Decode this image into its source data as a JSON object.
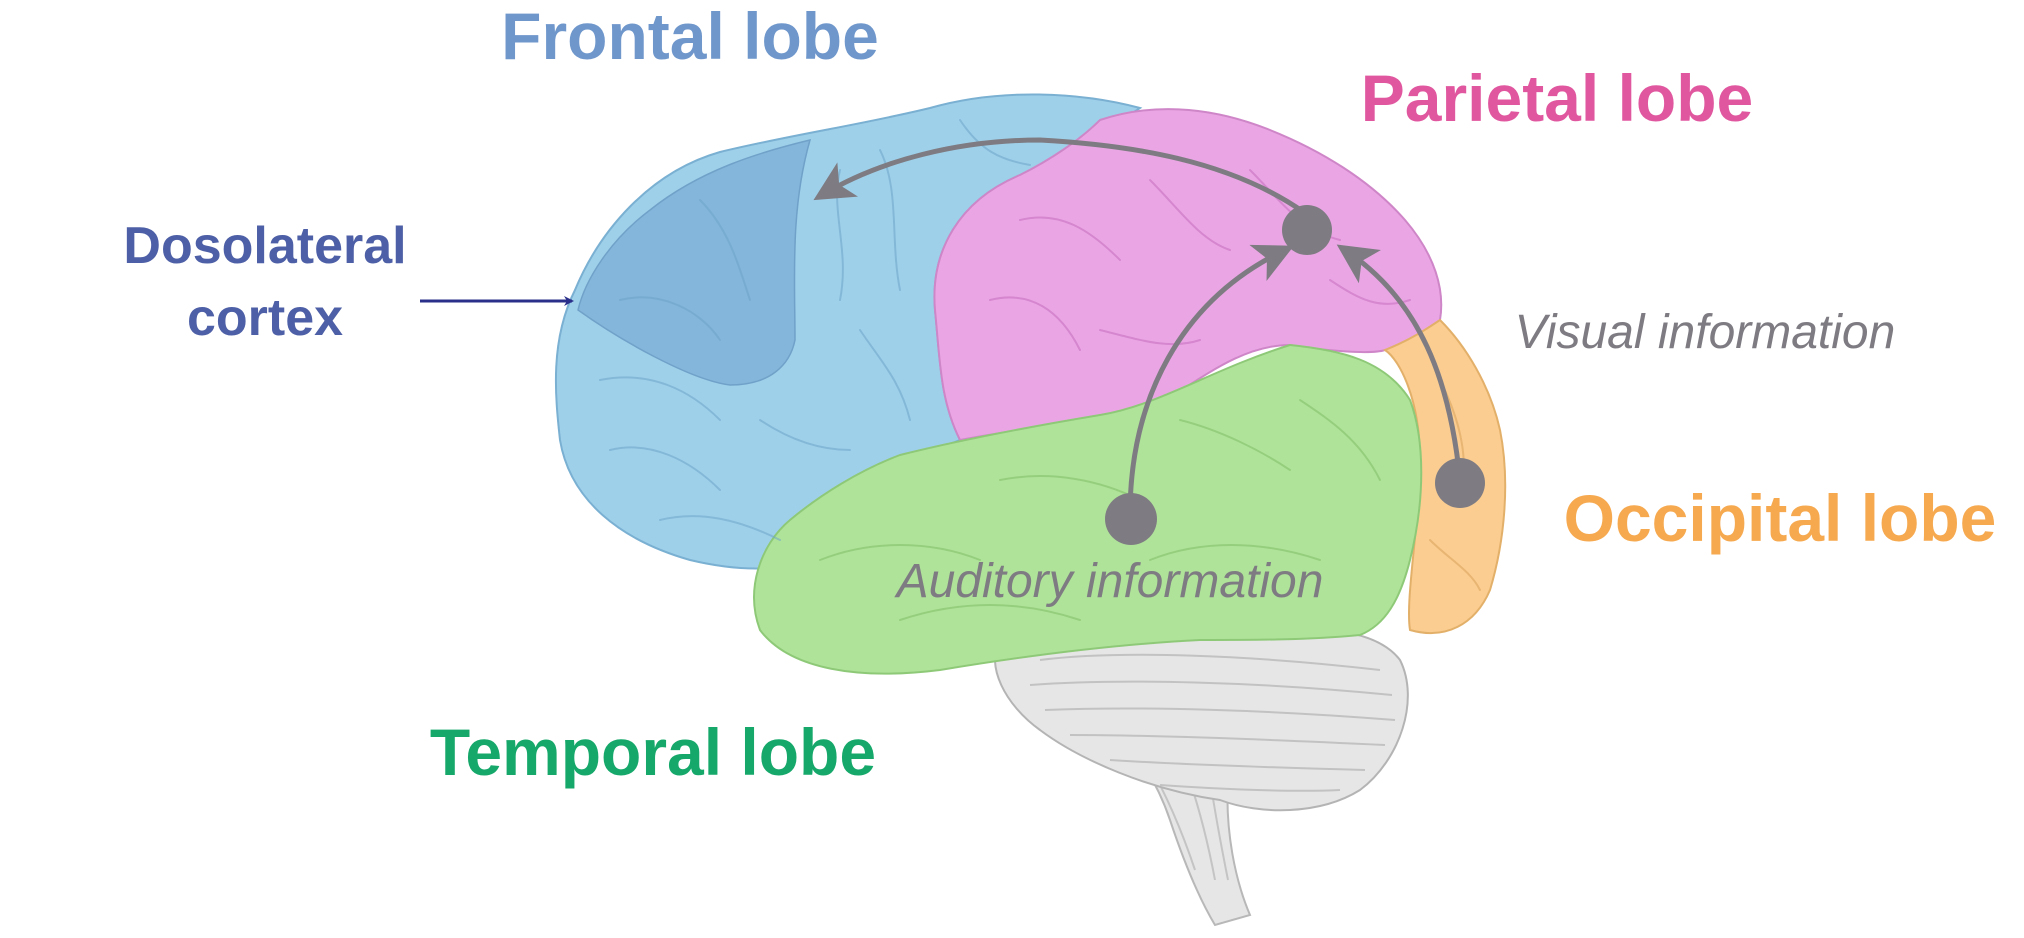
{
  "labels": {
    "frontal": "Frontal lobe",
    "parietal": "Parietal lobe",
    "occipital": "Occipital lobe",
    "temporal": "Temporal lobe",
    "dlpfc_line1": "Dosolateral",
    "dlpfc_line2": "cortex",
    "visual": "Visual information",
    "auditory": "Auditory information"
  },
  "colors": {
    "frontal": "#9fd0ea",
    "frontal_text": "#6f97cc",
    "dlpfc": "#83b4da",
    "parietal": "#eaa6e4",
    "parietal_text": "#e0579f",
    "occipital": "#fbcd91",
    "occipital_text": "#f6a94f",
    "temporal": "#b0e39a",
    "temporal_text": "#15a86a",
    "cerebellum": "#e6e6e6",
    "dlpfc_text": "#4d5fa6",
    "pathway": "#7e7c82"
  }
}
